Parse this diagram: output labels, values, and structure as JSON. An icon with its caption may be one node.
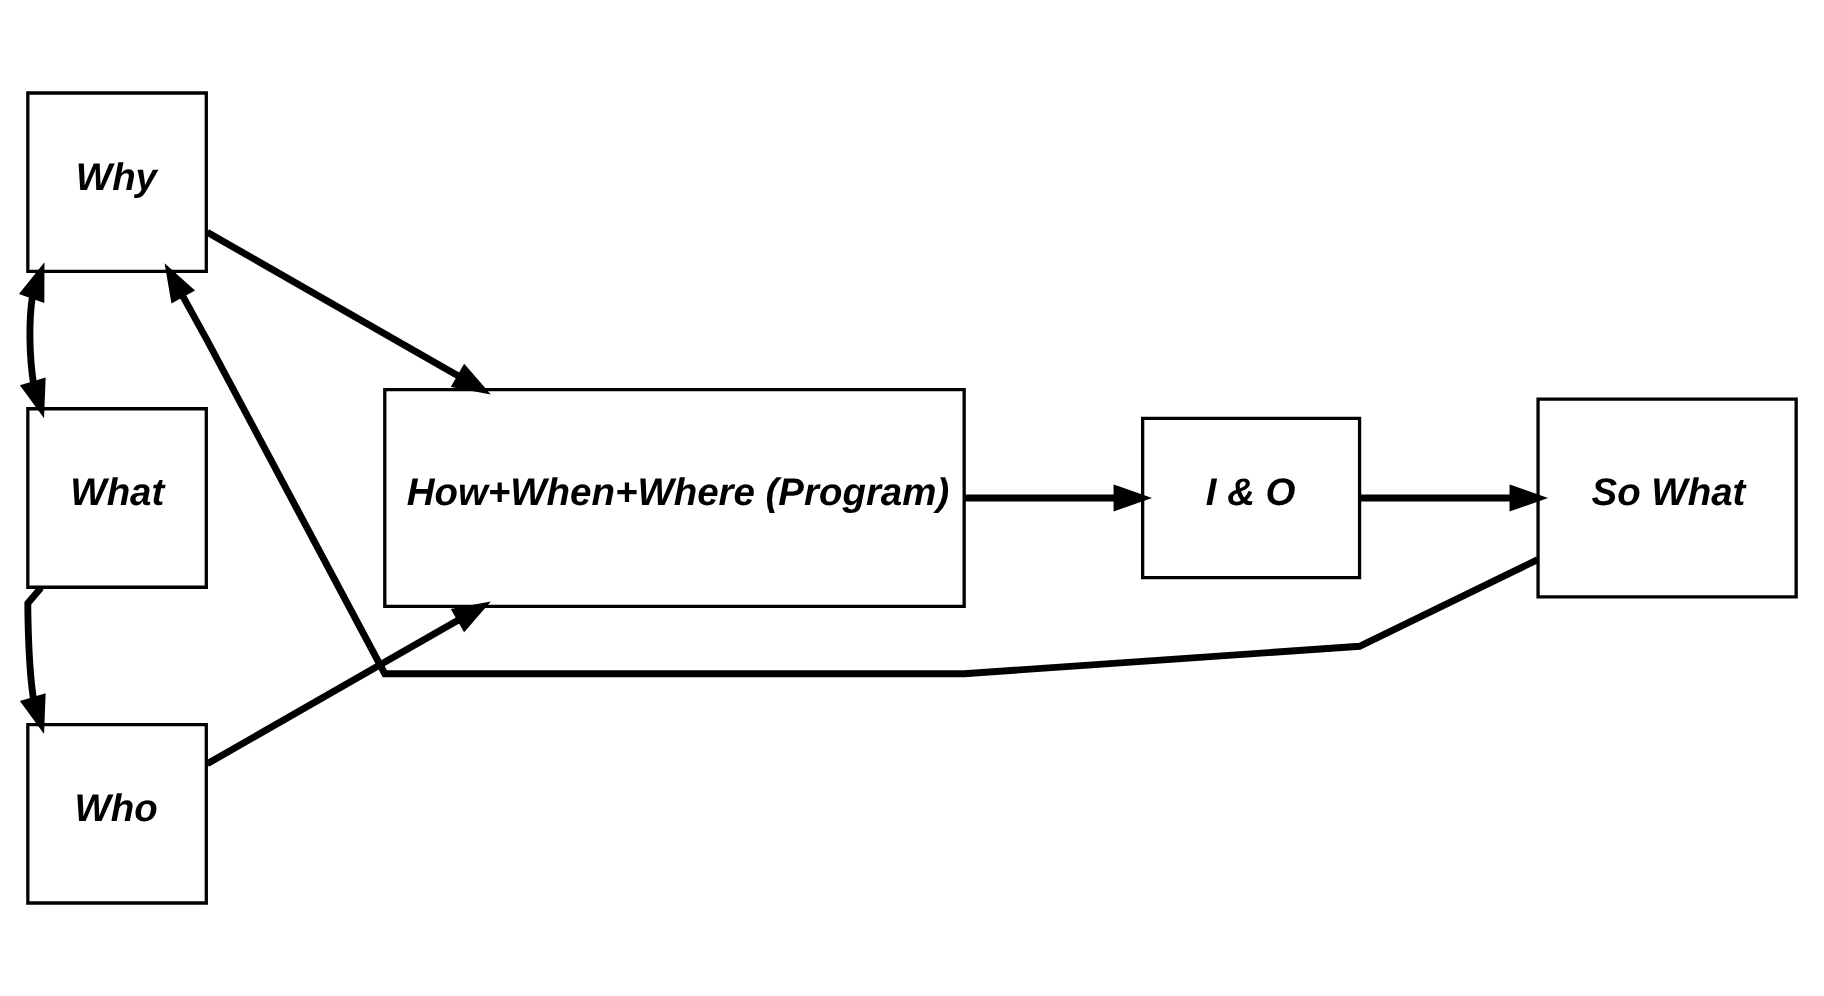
{
  "diagram": {
    "nodes": [
      {
        "text": [
          "Why"
        ]
      },
      {
        "text": [
          "What"
        ]
      },
      {
        "text": [
          "Who"
        ]
      },
      {
        "text": [
          "How+When+Where (Program)"
        ]
      },
      {
        "text": [
          "I & O"
        ]
      },
      {
        "text": [
          "So What"
        ]
      }
    ],
    "edges": [
      {
        "from": 0,
        "to": 1,
        "arrow": "both"
      },
      {
        "from": 1,
        "to": 2,
        "arrow": "to"
      },
      {
        "from": 0,
        "to": 3,
        "arrow": "to"
      },
      {
        "from": 2,
        "to": 3,
        "arrow": "to"
      },
      {
        "from": 3,
        "to": 4,
        "arrow": "to"
      },
      {
        "from": 4,
        "to": 5,
        "arrow": "to"
      },
      {
        "from": 5,
        "to": 0,
        "arrow": "to"
      }
    ]
  }
}
